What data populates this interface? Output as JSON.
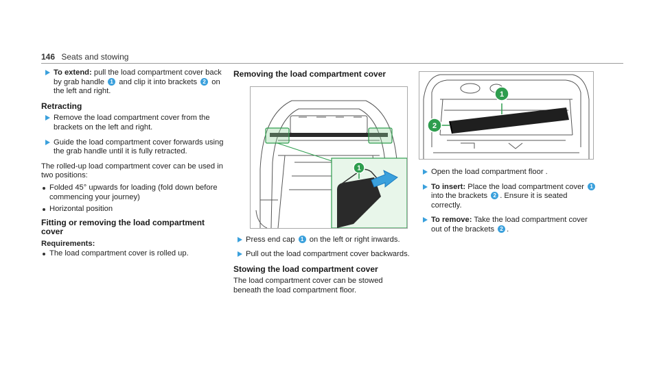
{
  "header": {
    "page_number": "146",
    "section": "Seats and stowing"
  },
  "col1": {
    "extend_label": "To extend:",
    "extend_text_a": " pull the load compartment cover back by grab handle ",
    "extend_text_b": " and clip it into brackets ",
    "extend_text_c": " on the left and right.",
    "retracting_heading": "Retracting",
    "retract_step1": "Remove the load compartment cover from the brackets on the left and right.",
    "retract_step2": "Guide the load compartment cover forwards using the grab handle until it is fully retracted.",
    "rolled_text": "The rolled-up load compartment cover can be used in two positions:",
    "bullets": [
      "Folded 45° upwards for loading (fold down before commencing your journey)",
      "Horizontal position"
    ],
    "fitting_heading": "Fitting or removing the load compartment cover",
    "requirements_label": "Requirements:",
    "requirements_bullet": "The load compartment cover is rolled up."
  },
  "col2": {
    "removing_heading": "Removing the load compartment cover",
    "step1_a": "Press end cap ",
    "step1_b": " on the left or right inwards.",
    "step2": "Pull out the load compartment cover backwards.",
    "stowing_heading": "Stowing the load compartment cover",
    "stowing_text": "The load compartment cover can be stowed beneath the load compartment floor."
  },
  "col3": {
    "step1": "Open the load compartment floor .",
    "insert_label": "To insert:",
    "insert_a": " Place the load compartment cover ",
    "insert_b": " into the brackets ",
    "insert_c": ". Ensure it is seated correctly.",
    "remove_label": "To remove:",
    "remove_a": " Take the load compartment cover out of the brackets ",
    "remove_b": "."
  },
  "callouts": {
    "one": "1",
    "two": "2"
  },
  "colors": {
    "accent": "#3aa0dc",
    "highlight_green": "#8fd19a",
    "callout_green": "#2e9d4e"
  }
}
